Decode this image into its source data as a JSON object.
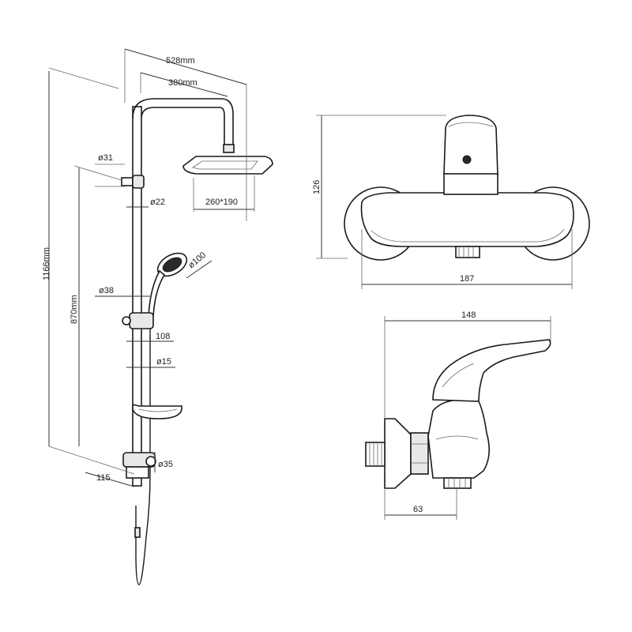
{
  "labels": {
    "d528": "528mm",
    "d380": "380mm",
    "d1166": "1166mm",
    "d870": "870mm",
    "phi31": "ø31",
    "phi22": "ø22",
    "head": "260*190",
    "phi100": "ø100",
    "phi38": "ø38",
    "d108": "108",
    "phi15": "ø15",
    "phi35": "ø35",
    "d115": "115",
    "d126": "126",
    "d187": "187",
    "d148": "148",
    "d63": "63"
  },
  "colors": {
    "line": "#333333",
    "part": "#1a1a1a",
    "fill": "#e8e8e8"
  }
}
